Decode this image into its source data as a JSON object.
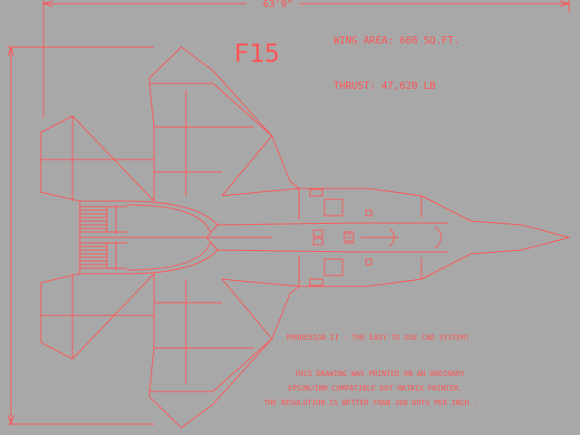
{
  "drawing": {
    "dimension_width": "63'9\"",
    "title": "F15",
    "wing_area": "WING AREA:  608 SQ.FT.",
    "thrust": "THRUST:  47,620 LB",
    "credit": "PRODESIGN II - THE EASY TO USE CAD SYSTEM!",
    "note_line1": "THIS DRAWING WAS PRINTED ON AN ORDINARY",
    "note_line2": "EPSON/IBM COMPATIBLE DOT MATRIX PRINTER.",
    "note_line3": "THE RESOLUTION IS BETTER THAN 200 DOTS PER INCH -"
  },
  "colors": {
    "background": "#a8a8a8",
    "line": "#ff5555"
  }
}
